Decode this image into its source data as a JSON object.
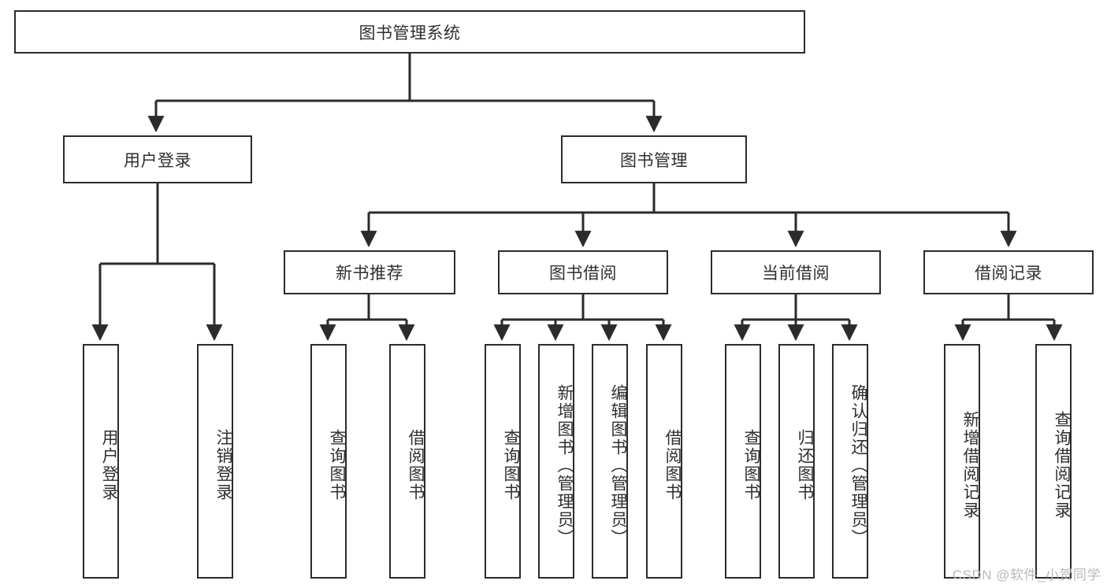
{
  "diagram": {
    "title": "图书管理系统",
    "type": "hierarchy-tree",
    "stroke_color": "#2b2b2b",
    "text_color": "#2f2f2f",
    "background_color": "#ffffff",
    "watermark": "CSDN @软件_小贺同学"
  },
  "nodes": {
    "root": {
      "label": "图书管理系统",
      "level": 1
    },
    "level2": [
      {
        "id": "user-login",
        "label": "用户登录"
      },
      {
        "id": "book-manage",
        "label": "图书管理"
      }
    ],
    "level3": [
      {
        "id": "new-book-recommend",
        "label": "新书推荐",
        "parent": "book-manage"
      },
      {
        "id": "book-borrow",
        "label": "图书借阅",
        "parent": "book-manage"
      },
      {
        "id": "current-borrow",
        "label": "当前借阅",
        "parent": "book-manage"
      },
      {
        "id": "borrow-record",
        "label": "借阅记录",
        "parent": "book-manage"
      }
    ],
    "leaves": [
      {
        "id": "leaf-user-login",
        "label": "用户登录",
        "parent": "user-login"
      },
      {
        "id": "leaf-logout-login",
        "label": "注销登录",
        "parent": "user-login"
      },
      {
        "id": "leaf-query-book-1",
        "label": "查询图书",
        "parent": "new-book-recommend"
      },
      {
        "id": "leaf-borrow-book-1",
        "label": "借阅图书",
        "parent": "new-book-recommend"
      },
      {
        "id": "leaf-query-book-2",
        "label": "查询图书",
        "parent": "book-borrow"
      },
      {
        "id": "leaf-add-book",
        "label": "新增图书（管理员）",
        "parent": "book-borrow"
      },
      {
        "id": "leaf-edit-book",
        "label": "编辑图书（管理员）",
        "parent": "book-borrow"
      },
      {
        "id": "leaf-borrow-book-2",
        "label": "借阅图书",
        "parent": "book-borrow"
      },
      {
        "id": "leaf-query-book-3",
        "label": "查询图书",
        "parent": "current-borrow"
      },
      {
        "id": "leaf-return-book",
        "label": "归还图书",
        "parent": "current-borrow"
      },
      {
        "id": "leaf-confirm-return",
        "label": "确认归还（管理员）",
        "parent": "current-borrow"
      },
      {
        "id": "leaf-add-record",
        "label": "新增借阅记录",
        "parent": "borrow-record"
      },
      {
        "id": "leaf-query-record",
        "label": "查询借阅记录",
        "parent": "borrow-record"
      }
    ]
  }
}
